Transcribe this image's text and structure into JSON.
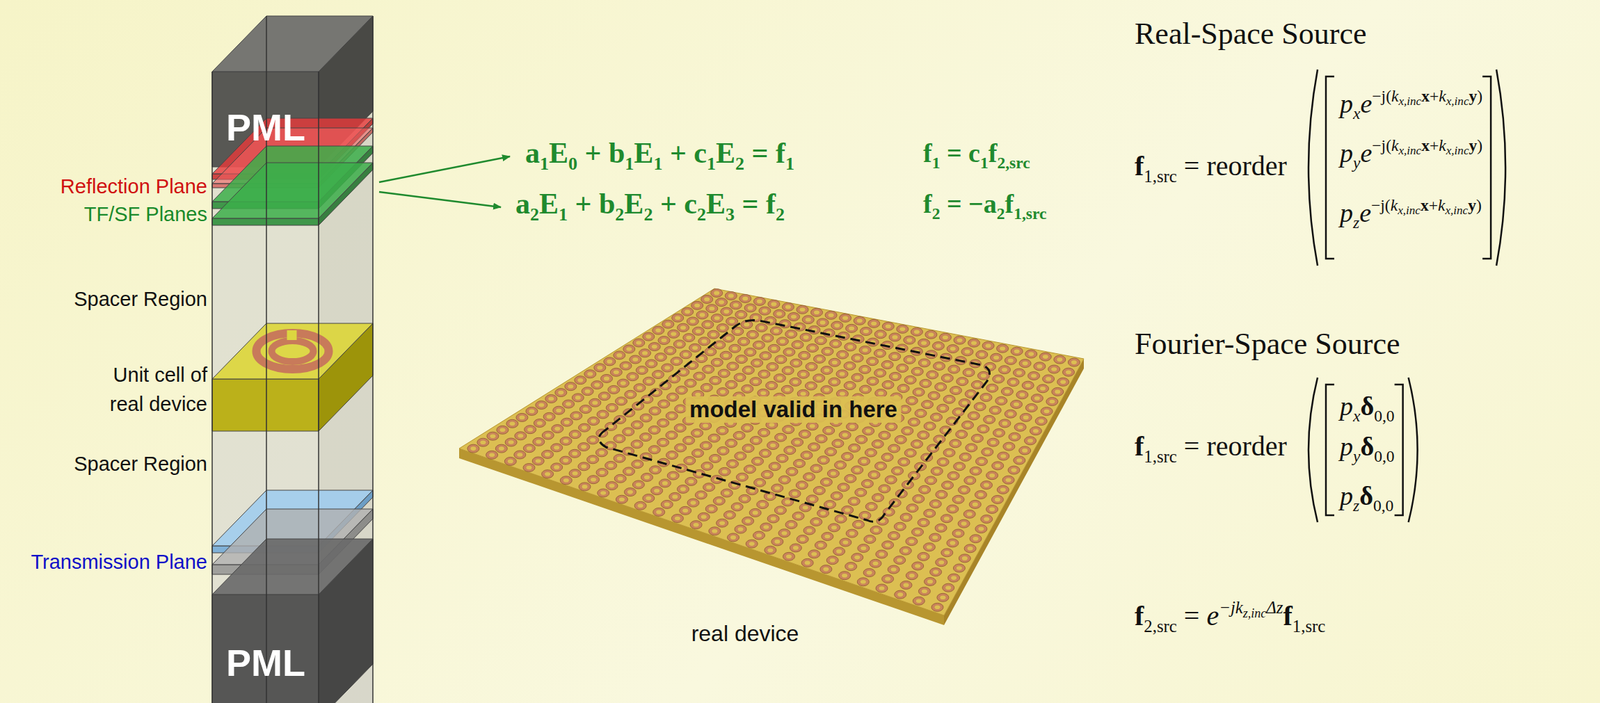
{
  "diagram": {
    "nodes": [
      {
        "text": [
          "model valid in here"
        ]
      }
    ],
    "labels": [
      "Reflection Plane",
      "TF/SF Planes",
      "Spacer Region",
      "Unit cell of real device",
      "Spacer Region",
      "Transmission Plane",
      "PML",
      "PML",
      "real device",
      "Real-Space Source",
      "Fourier-Space Source",
      "a",
      "1",
      "E",
      "0",
      " + b",
      "1",
      "E",
      "1",
      " + c",
      "1",
      "E",
      "2",
      " = f",
      "1",
      "a",
      "2",
      "E",
      "1",
      " + b",
      "2",
      "E",
      "2",
      " + c",
      "2",
      "E",
      "3",
      " = f",
      "2",
      "f",
      "1",
      " = c",
      "1",
      "f",
      "2,src",
      "f",
      "2",
      " = −a",
      "2",
      "f",
      "1,src",
      "f",
      "1,src",
      " = reorder",
      "p",
      "x",
      "e",
      "−j(",
      "k",
      "x,inc",
      "x",
      "+",
      "k",
      "x,inc",
      "y",
      ")",
      "p",
      "y",
      "e",
      "−j(",
      "k",
      "x,inc",
      "x",
      "+",
      "k",
      "x,inc",
      "y",
      ")",
      "p",
      "z",
      "e",
      "−j(",
      "k",
      "x,inc",
      "x",
      "+",
      "k",
      "x,inc",
      "y",
      ")",
      "f",
      "1,src",
      " = reorder",
      "p",
      "x",
      "δ",
      "0,0",
      "p",
      "y",
      "δ",
      "0,0",
      "p",
      "z",
      "δ",
      "0,0",
      "f",
      "2,src",
      " = ",
      "e",
      "−jk",
      "z,inc",
      "Δz",
      "f",
      "1,src"
    ]
  }
}
